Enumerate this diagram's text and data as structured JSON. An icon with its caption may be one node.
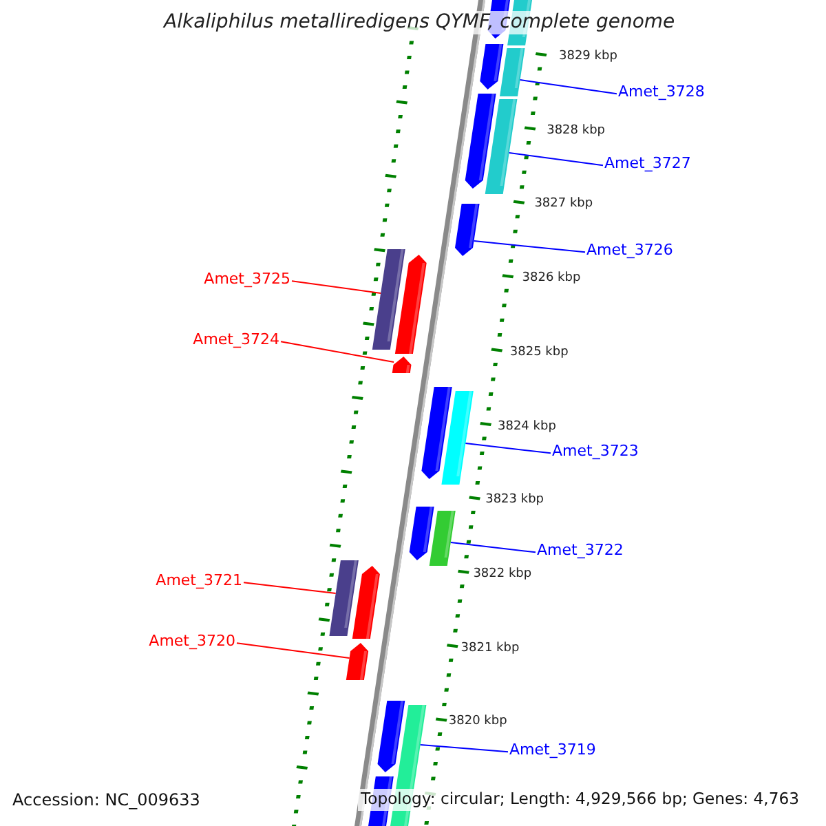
{
  "diagram": {
    "title": "Alkaliphilus metalliredigens QYMF, complete genome",
    "nodes": [
      {
        "text": [
          "Amet_3728"
        ]
      },
      {
        "text": [
          "Amet_3727"
        ]
      },
      {
        "text": [
          "Amet_3726"
        ]
      },
      {
        "text": [
          "Amet_3725"
        ]
      },
      {
        "text": [
          "Amet_3724"
        ]
      },
      {
        "text": [
          "Amet_3723"
        ]
      },
      {
        "text": [
          "Amet_3722"
        ]
      },
      {
        "text": [
          "Amet_3721"
        ]
      },
      {
        "text": [
          "Amet_3720"
        ]
      },
      {
        "text": [
          "Amet_3719"
        ]
      },
      {
        "text": [],
        "shape": "pentagon"
      },
      {
        "text": [],
        "shape": "bar"
      },
      {
        "text": [],
        "shape": "pentagon"
      },
      {
        "text": [],
        "shape": "bar"
      },
      {
        "text": [],
        "shape": "pentagon"
      },
      {
        "text": [],
        "shape": "bar"
      },
      {
        "text": [],
        "shape": "pentagon"
      },
      {
        "text": [],
        "shape": "bar"
      },
      {
        "text": [],
        "shape": "pentagon"
      },
      {
        "text": [],
        "shape": "pentagon"
      },
      {
        "text": [],
        "shape": "pentagon"
      },
      {
        "text": [],
        "shape": "bar"
      },
      {
        "text": [],
        "shape": "pentagon"
      },
      {
        "text": [],
        "shape": "bar"
      },
      {
        "text": [],
        "shape": "bar"
      },
      {
        "text": [],
        "shape": "pentagon"
      },
      {
        "text": [],
        "shape": "pentagon"
      },
      {
        "text": [],
        "shape": "pentagon"
      },
      {
        "text": [],
        "shape": "bar"
      },
      {
        "text": [],
        "shape": "pentagon"
      }
    ],
    "edges": [
      {
        "from": 0,
        "to": 13,
        "arrow": "none"
      },
      {
        "from": 1,
        "to": 15,
        "arrow": "none"
      },
      {
        "from": 2,
        "to": 16,
        "arrow": "none"
      },
      {
        "from": 3,
        "to": 17,
        "arrow": "none",
        "color": "#ff0000"
      },
      {
        "from": 4,
        "to": 19,
        "arrow": "none",
        "color": "#ff0000"
      },
      {
        "from": 5,
        "to": 21,
        "arrow": "none"
      },
      {
        "from": 6,
        "to": 23,
        "arrow": "none"
      },
      {
        "from": 7,
        "to": 24,
        "arrow": "none",
        "color": "#ff0000"
      },
      {
        "from": 8,
        "to": 26,
        "arrow": "none",
        "color": "#ff0000"
      },
      {
        "from": 9,
        "to": 28,
        "arrow": "none"
      }
    ],
    "labels": [
      "3829 kbp",
      "3828 kbp",
      "3827 kbp",
      "3826 kbp",
      "3825 kbp",
      "3824 kbp",
      "3823 kbp",
      "3822 kbp",
      "3821 kbp",
      "3820 kbp",
      "Accession: NC_009633",
      "Topology: circular; Length: 4,929,566 bp; Genes: 4,763"
    ]
  }
}
